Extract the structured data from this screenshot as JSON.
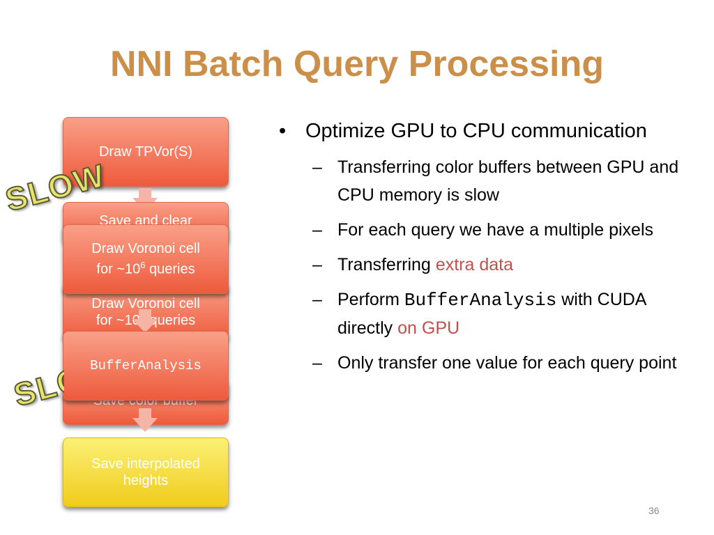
{
  "title": "NNI Batch Query Processing",
  "flow": {
    "box1": "Draw TPVor(S)",
    "box2_partial": "Save and clear",
    "box3_line1": "Draw Voronoi cell",
    "box3_line2_prefix": "for ~10",
    "box3_exponent": "6",
    "box3_line2_suffix": " queries",
    "box4_line1": "Draw Voronoi cell",
    "box4_line2": "for ~10⁶ queries",
    "box5": "BufferAnalysis",
    "box6_partial": "Save color buffer",
    "box7_line1": "Save interpolated",
    "box7_line2": "heights"
  },
  "stamps": {
    "slow1": "SLOW",
    "slow2": "SLOW"
  },
  "bullets": {
    "main_bullet": "•",
    "main_text": "Optimize GPU to CPU communication",
    "dash": "–",
    "sub1": "Transferring color buffers between GPU and CPU memory is slow",
    "sub2": "For each query we have a multiple pixels",
    "sub3_prefix": "Transferring ",
    "sub3_accent": "extra data",
    "sub4_prefix": "Perform ",
    "sub4_code": "BufferAnalysis",
    "sub4_middle": " with CUDA directly ",
    "sub4_accent": "on GPU",
    "sub5": "Only transfer one value for each query point"
  },
  "colors": {
    "title": "#cc8f4a",
    "accent": "#c0504d",
    "box_red": "#ee5a3c",
    "box_yellow": "#f0cc1c"
  },
  "page_number": "36"
}
